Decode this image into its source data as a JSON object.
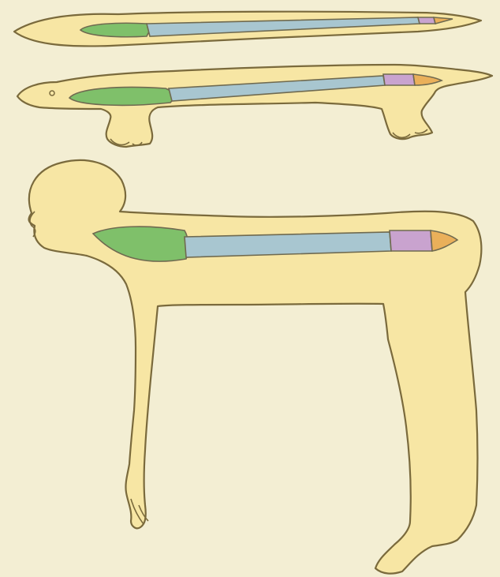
{
  "figure": {
    "panels": [
      "worm",
      "lizard",
      "human"
    ]
  },
  "colors": {
    "background": "#f3eed3",
    "body": "#f7e6a4",
    "outline": "#7a6a3c",
    "segment_front": "#7fc06a",
    "segment_middle": "#a8c6d0",
    "segment_rear": "#c9a3cf",
    "segment_tip": "#eab05a"
  }
}
